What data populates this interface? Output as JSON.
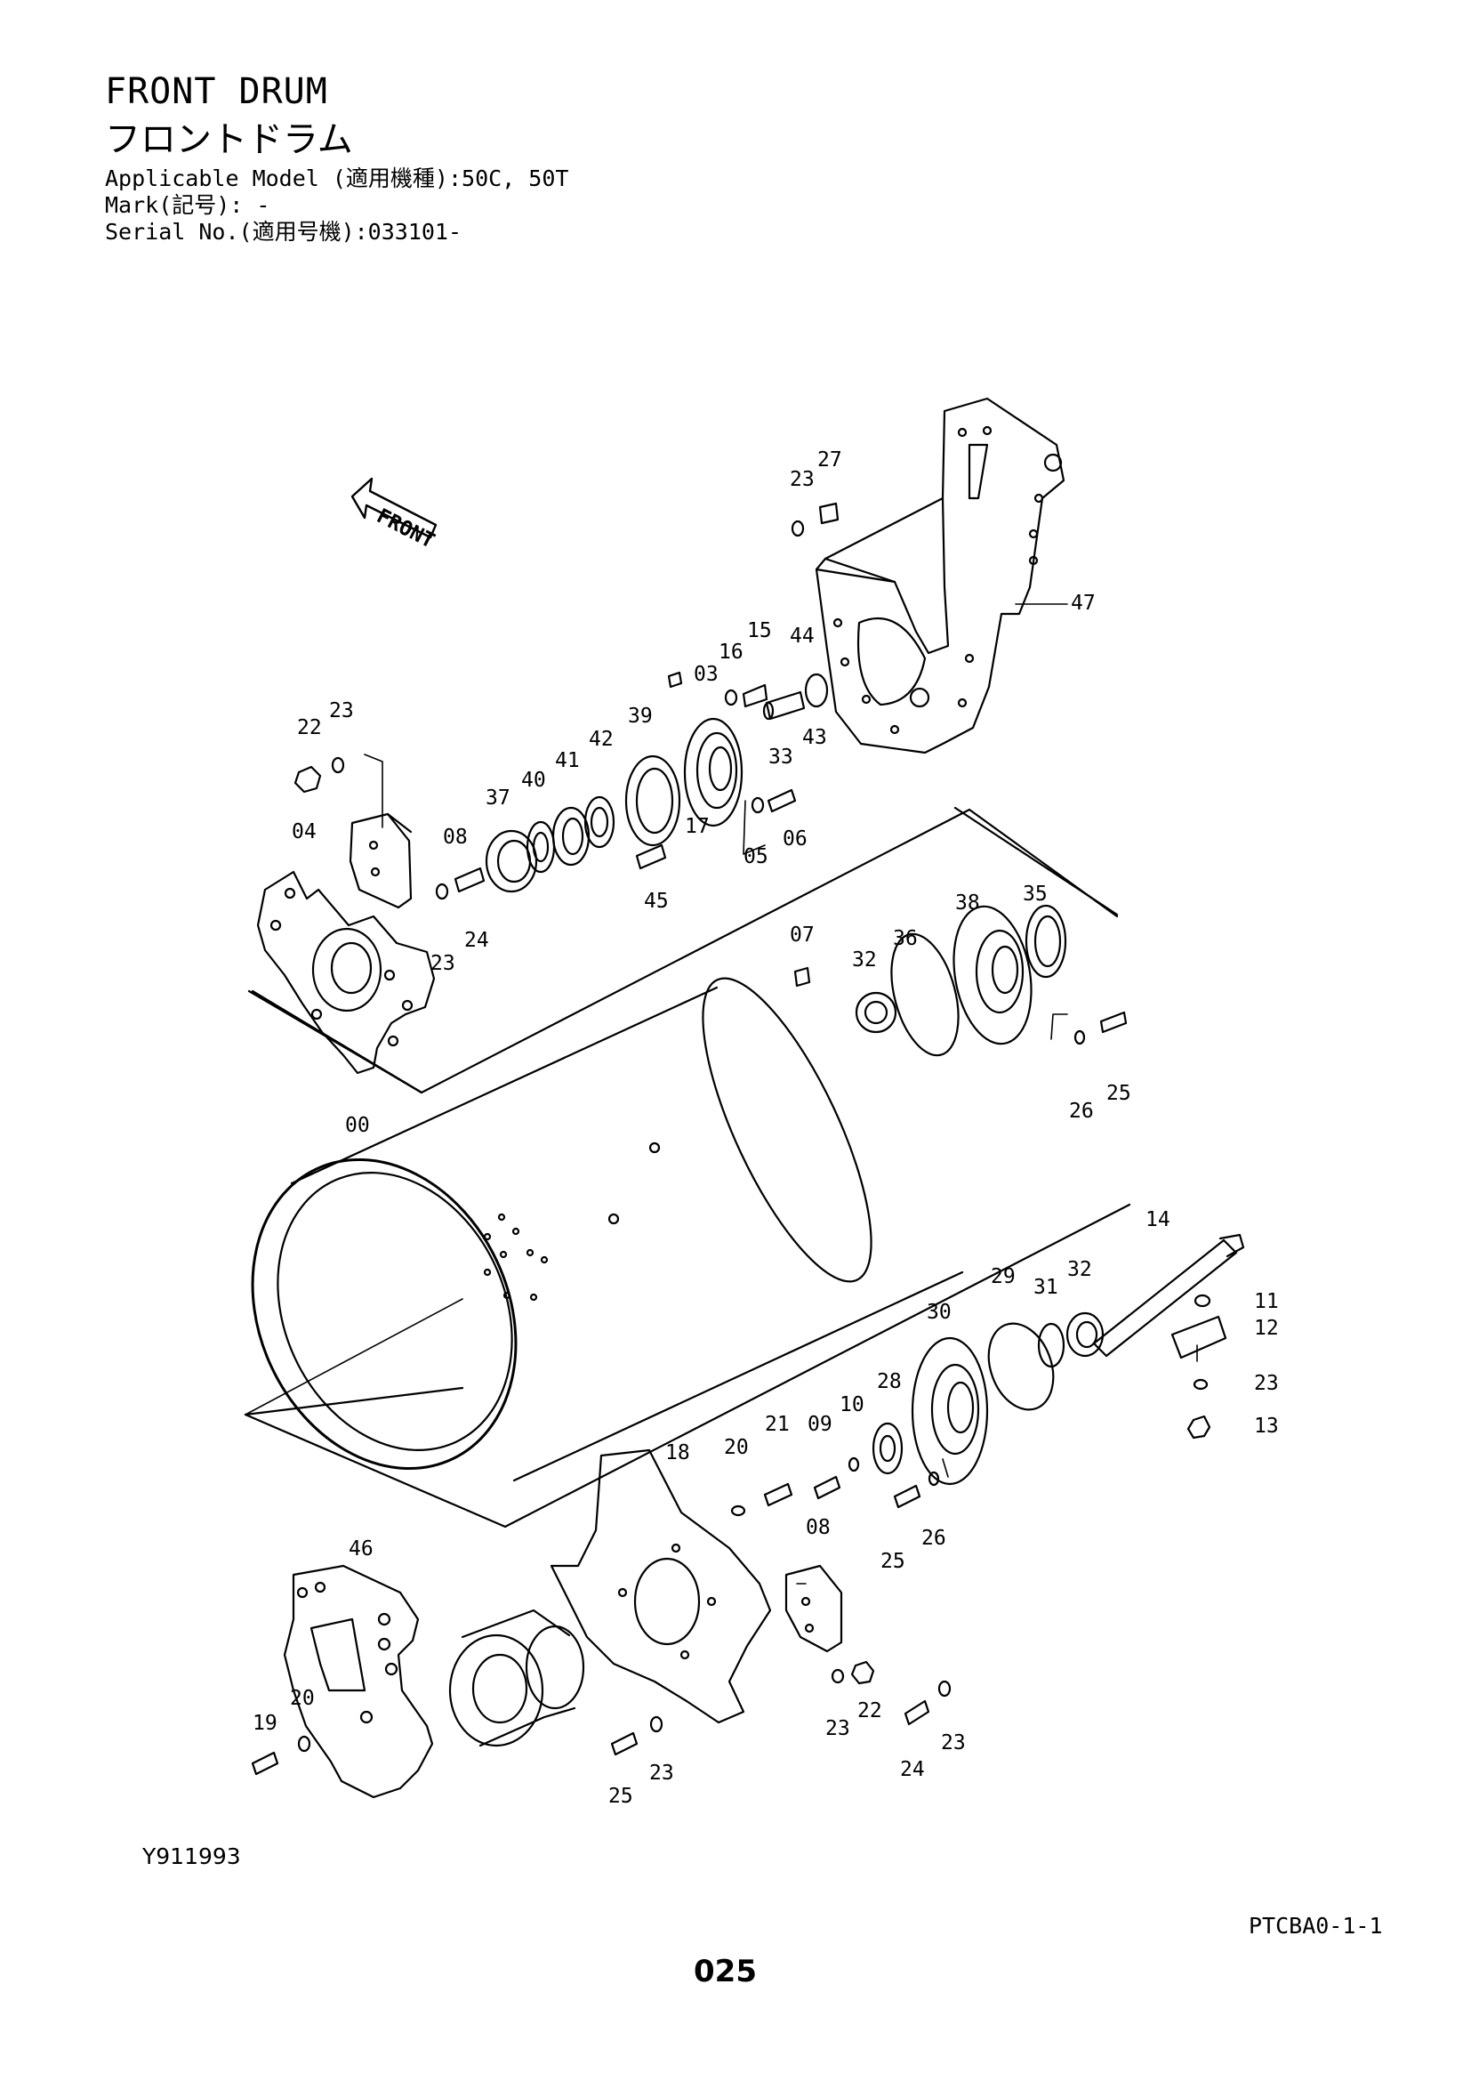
{
  "header": {
    "title_en": "FRONT DRUM",
    "title_ja": "フロントドラム",
    "applicable_model": "Applicable Model (適用機種):50C, 50T",
    "mark": "Mark(記号): -",
    "serial_no": "Serial No.(適用号機):033101-"
  },
  "diagram": {
    "front_arrow": "FRONT",
    "callouts": [
      {
        "id": "c-23a",
        "text": "23"
      },
      {
        "id": "c-27",
        "text": "27"
      },
      {
        "id": "c-47",
        "text": "47"
      },
      {
        "id": "c-16",
        "text": "16"
      },
      {
        "id": "c-15",
        "text": "15"
      },
      {
        "id": "c-44",
        "text": "44"
      },
      {
        "id": "c-03",
        "text": "03"
      },
      {
        "id": "c-33",
        "text": "33"
      },
      {
        "id": "c-43",
        "text": "43"
      },
      {
        "id": "c-22a",
        "text": "22"
      },
      {
        "id": "c-23b",
        "text": "23"
      },
      {
        "id": "c-39",
        "text": "39"
      },
      {
        "id": "c-42",
        "text": "42"
      },
      {
        "id": "c-41",
        "text": "41"
      },
      {
        "id": "c-40",
        "text": "40"
      },
      {
        "id": "c-37",
        "text": "37"
      },
      {
        "id": "c-17",
        "text": "17"
      },
      {
        "id": "c-05",
        "text": "05"
      },
      {
        "id": "c-06",
        "text": "06"
      },
      {
        "id": "c-04",
        "text": "04"
      },
      {
        "id": "c-08a",
        "text": "08"
      },
      {
        "id": "c-45",
        "text": "45"
      },
      {
        "id": "c-23c",
        "text": "23"
      },
      {
        "id": "c-24a",
        "text": "24"
      },
      {
        "id": "c-07",
        "text": "07"
      },
      {
        "id": "c-36",
        "text": "36"
      },
      {
        "id": "c-38",
        "text": "38"
      },
      {
        "id": "c-35",
        "text": "35"
      },
      {
        "id": "c-32a",
        "text": "32"
      },
      {
        "id": "c-26a",
        "text": "26"
      },
      {
        "id": "c-25a",
        "text": "25"
      },
      {
        "id": "c-00",
        "text": "00"
      },
      {
        "id": "c-14",
        "text": "14"
      },
      {
        "id": "c-29",
        "text": "29"
      },
      {
        "id": "c-31",
        "text": "31"
      },
      {
        "id": "c-32b",
        "text": "32"
      },
      {
        "id": "c-11",
        "text": "11"
      },
      {
        "id": "c-12",
        "text": "12"
      },
      {
        "id": "c-30",
        "text": "30"
      },
      {
        "id": "c-23d",
        "text": "23"
      },
      {
        "id": "c-13",
        "text": "13"
      },
      {
        "id": "c-28",
        "text": "28"
      },
      {
        "id": "c-10",
        "text": "10"
      },
      {
        "id": "c-09",
        "text": "09"
      },
      {
        "id": "c-21",
        "text": "21"
      },
      {
        "id": "c-20a",
        "text": "20"
      },
      {
        "id": "c-18",
        "text": "18"
      },
      {
        "id": "c-25b",
        "text": "25"
      },
      {
        "id": "c-26b",
        "text": "26"
      },
      {
        "id": "c-08b",
        "text": "08"
      },
      {
        "id": "c-46",
        "text": "46"
      },
      {
        "id": "c-23e",
        "text": "23"
      },
      {
        "id": "c-22b",
        "text": "22"
      },
      {
        "id": "c-23f",
        "text": "23"
      },
      {
        "id": "c-24b",
        "text": "24"
      },
      {
        "id": "c-19",
        "text": "19"
      },
      {
        "id": "c-20b",
        "text": "20"
      },
      {
        "id": "c-25c",
        "text": "25"
      },
      {
        "id": "c-23g",
        "text": "23"
      }
    ]
  },
  "footer": {
    "drawing_no": "Y911993",
    "catalog_code": "PTCBA0-1-1",
    "page_number": "025"
  }
}
